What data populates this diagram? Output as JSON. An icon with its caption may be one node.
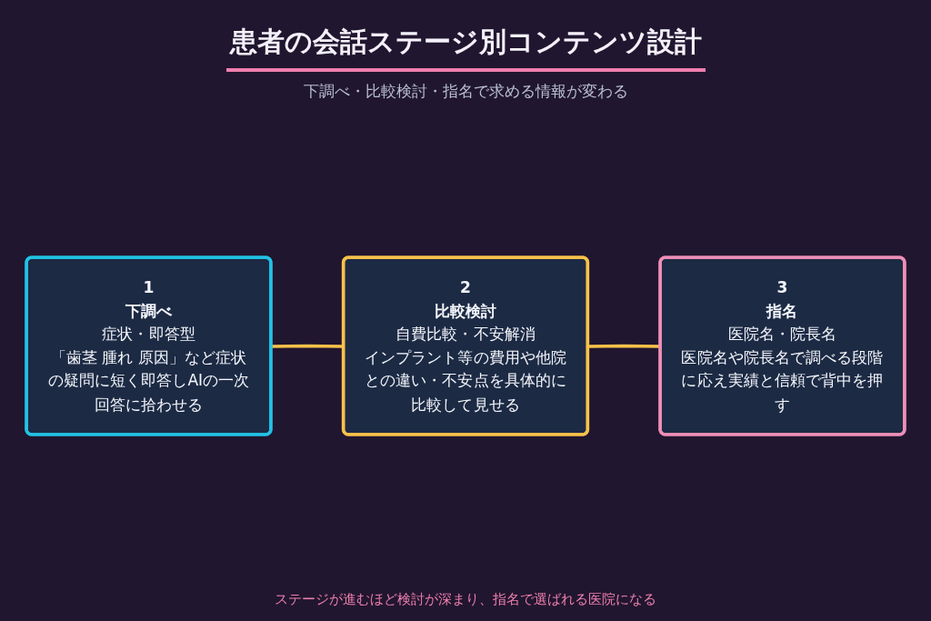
{
  "diagram": {
    "title": "患者の会話ステージ別コンテンツ設計",
    "caption": "ステージが進むほど検討が深まり、指名で選ばれる医院になる",
    "nodes": [
      {
        "text": [
          "1",
          "下調べ",
          "症状・即答型",
          "「歯茎 腫れ 原因」など症状の疑問に短く即答しAIの一次回答に拾わせる"
        ]
      },
      {
        "text": [
          "2",
          "比較検討",
          "自費比較・不安解消",
          "インプラント等の費用や他院との違い・不安点を具体的に比較して見せる"
        ]
      },
      {
        "text": [
          "3",
          "指名",
          "医院名・院長名",
          "医院名や院長名で調べる段階に応え実績と信頼で背中を押す"
        ]
      }
    ],
    "edges": [
      {
        "from": 0,
        "to": 1,
        "arrow": "none"
      },
      {
        "from": 1,
        "to": 2,
        "arrow": "none"
      }
    ],
    "labels": [
      "下調べ・比較検討・指名で求める情報が変わる"
    ]
  }
}
